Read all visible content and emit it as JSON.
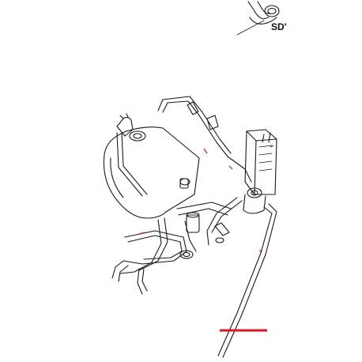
{
  "callout": {
    "label": "SD'"
  },
  "colors": {
    "line": "#1a1a1a",
    "highlight": "#e0141e",
    "background": "#ffffff"
  },
  "parts": [
    "elbow-fitting-top-right",
    "boiler-cylinder",
    "steam-pipe",
    "pressure-switch-block",
    "pump-valve-assembly",
    "drain-hose",
    "front-pipe-loops"
  ]
}
